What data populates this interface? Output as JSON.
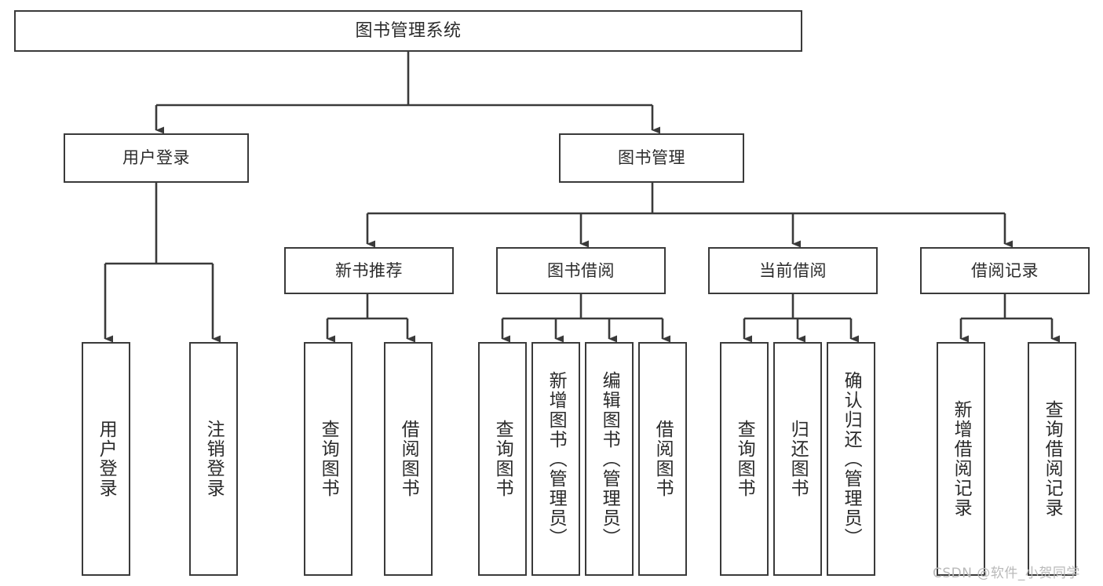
{
  "diagram": {
    "title": "图书管理系统",
    "type": "tree",
    "stroke_color": "#3a3a3a",
    "background_color": "#ffffff",
    "text_color": "#2b2b2b",
    "nodes": {
      "root": {
        "label": "图书管理系统"
      },
      "level2": [
        {
          "id": "user-login",
          "label": "用户登录"
        },
        {
          "id": "book-manage",
          "label": "图书管理"
        }
      ],
      "level3": [
        {
          "id": "new-book-recommend",
          "label": "新书推荐"
        },
        {
          "id": "book-borrow",
          "label": "图书借阅"
        },
        {
          "id": "current-borrow",
          "label": "当前借阅"
        },
        {
          "id": "borrow-record",
          "label": "借阅记录"
        }
      ],
      "leaves": {
        "user_login": [
          {
            "id": "leaf-user-login",
            "label": "用户登录"
          },
          {
            "id": "leaf-logout-login",
            "label": "注销登录"
          }
        ],
        "new_book_recommend": [
          {
            "id": "leaf-query-book-1",
            "label": "查询图书"
          },
          {
            "id": "leaf-borrow-book-1",
            "label": "借阅图书"
          }
        ],
        "book_borrow": [
          {
            "id": "leaf-query-book-2",
            "label": "查询图书"
          },
          {
            "id": "leaf-add-book",
            "label": "新增图书（管理员）"
          },
          {
            "id": "leaf-edit-book",
            "label": "编辑图书（管理员）"
          },
          {
            "id": "leaf-borrow-book-2",
            "label": "借阅图书"
          }
        ],
        "current_borrow": [
          {
            "id": "leaf-query-book-3",
            "label": "查询图书"
          },
          {
            "id": "leaf-return-book",
            "label": "归还图书"
          },
          {
            "id": "leaf-confirm-return",
            "label": "确认归还（管理员）"
          }
        ],
        "borrow_record": [
          {
            "id": "leaf-add-borrow-record",
            "label": "新增借阅记录"
          },
          {
            "id": "leaf-query-borrow-record",
            "label": "查询借阅记录"
          }
        ]
      }
    }
  },
  "watermark": {
    "text": "CSDN @软件_小贺同学"
  }
}
